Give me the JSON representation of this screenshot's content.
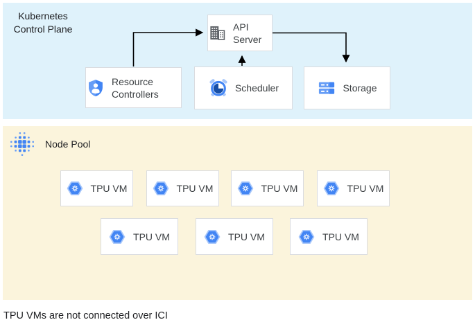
{
  "colors": {
    "control_plane_bg": "#DFF2FB",
    "node_pool_bg": "#FBF4DC",
    "box_border": "#DADCE0",
    "primary_blue": "#4285F4",
    "light_blue": "#A8C7FA",
    "mid_blue": "#669DF6",
    "dark_blue": "#174EA6",
    "icon_gray": "#5F6368",
    "text_color": "#3C4043",
    "arrow_color": "#000000"
  },
  "control_plane": {
    "label": "Kubernetes Control Plane",
    "nodes": {
      "api_server": {
        "label": "API Server",
        "icon": "building-icon"
      },
      "resource_controllers": {
        "label": "Resource Controllers",
        "icon": "shield-user-icon"
      },
      "scheduler": {
        "label": "Scheduler",
        "icon": "alarm-clock-icon"
      },
      "storage": {
        "label": "Storage",
        "icon": "storage-disks-icon"
      }
    },
    "edges": [
      {
        "from": "resource_controllers",
        "to": "api_server"
      },
      {
        "from": "scheduler",
        "to": "api_server"
      },
      {
        "from": "api_server",
        "to": "storage"
      }
    ]
  },
  "node_pool": {
    "label": "Node Pool",
    "icon": "dot-cluster-icon",
    "vm_icon": "tpu-hexagon-icon",
    "vms": [
      {
        "label": "TPU VM"
      },
      {
        "label": "TPU VM"
      },
      {
        "label": "TPU VM"
      },
      {
        "label": "TPU VM"
      },
      {
        "label": "TPU VM"
      },
      {
        "label": "TPU VM"
      },
      {
        "label": "TPU VM"
      }
    ]
  },
  "caption": "TPU VMs are not connected over ICI"
}
